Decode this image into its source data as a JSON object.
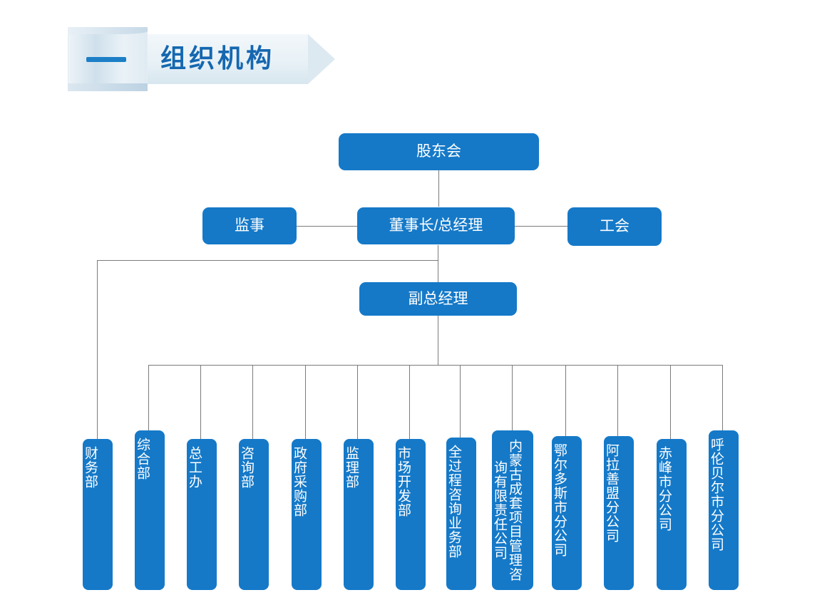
{
  "header": {
    "title": "组织机构",
    "dash_icon": "dash-icon"
  },
  "chart": {
    "type": "org-chart",
    "nodes": {
      "shareholders": "股东会",
      "supervisor": "监事",
      "chairman": "董事长/总经理",
      "union": "工会",
      "deputy_gm": "副总经理"
    },
    "departments": [
      {
        "label": "财务部",
        "wide": false
      },
      {
        "label": "综合部",
        "wide": false
      },
      {
        "label": "总工办",
        "wide": false
      },
      {
        "label": "咨询部",
        "wide": false
      },
      {
        "label": "政府采购部",
        "wide": false
      },
      {
        "label": "监理部",
        "wide": false
      },
      {
        "label": "市场开发部",
        "wide": false
      },
      {
        "label": "全过程咨询业务部",
        "wide": false
      },
      {
        "label": "内蒙古成套项目管理咨询有限责任公司",
        "wide": true
      },
      {
        "label": "鄂尔多斯市分公司",
        "wide": false
      },
      {
        "label": "阿拉善盟分公司",
        "wide": false
      },
      {
        "label": "赤峰市分公司",
        "wide": false
      },
      {
        "label": "呼伦贝尔市分公司",
        "wide": false
      }
    ]
  },
  "colors": {
    "node_blue": "#1579c8",
    "title_blue": "#1567b0",
    "line_gray": "#7b7b7b"
  }
}
